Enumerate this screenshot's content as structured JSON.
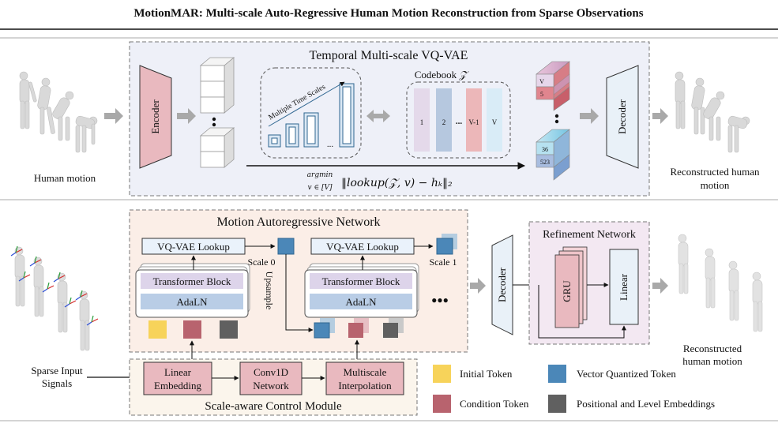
{
  "title": "MotionMAR: Multi-scale Auto-Regressive Human Motion Reconstruction from Sparse Observations",
  "vqvae": {
    "title": "Temporal Multi-scale VQ-VAE",
    "encoder": "Encoder",
    "decoder": "Decoder",
    "multi_time_scales": "Multiple Time Scales",
    "ellipsis": "...",
    "codebook_title": "Codebook ",
    "codebook_symbol": "𝒵",
    "codebook_entries": [
      "1",
      "2",
      "...",
      "V-1",
      "V"
    ],
    "token_top": [
      "V",
      "5"
    ],
    "token_bottom": [
      "36",
      "523"
    ],
    "formula_op": "argmin",
    "formula_sub": "v ∈ [V]",
    "formula_body": "‖lookup(𝒵, v) − hₖ‖₂",
    "input_label": "Human motion",
    "output_label_line1": "Reconstructed human",
    "output_label_line2": "motion"
  },
  "mar": {
    "title": "Motion Autoregressive Network",
    "lookup": "VQ-VAE Lookup",
    "transformer": "Transformer Block",
    "adaln": "AdaLN",
    "scale0": "Scale 0",
    "scale1": "Scale 1",
    "upsample": "Upsample",
    "ellipsis": "●●●",
    "decoder": "Decoder"
  },
  "refine": {
    "title": "Refinement Network",
    "gru": "GRU",
    "linear": "Linear",
    "output_label_line1": "Reconstructed",
    "output_label_line2": "human motion"
  },
  "control": {
    "title": "Scale-aware Control Module",
    "linear_emb_line1": "Linear",
    "linear_emb_line2": "Embedding",
    "conv_line1": "Conv1D",
    "conv_line2": "Network",
    "interp_line1": "Multiscale",
    "interp_line2": "Interpolation",
    "input_line1": "Sparse Input",
    "input_line2": "Signals"
  },
  "legend": [
    {
      "label": "Initial Token",
      "color": "#f7d35a"
    },
    {
      "label": "Vector Quantized Token",
      "color": "#4b87b8"
    },
    {
      "label": "Condition Token",
      "color": "#b8636e"
    },
    {
      "label": "Positional and Level Embeddings",
      "color": "#606060"
    }
  ],
  "colors": {
    "encoder": "#e9b9bf",
    "decoder": "#e9f1f8",
    "vq_panel": "#eef0f8",
    "mar_panel": "#fbeee7",
    "refine_panel": "#f3e8f2",
    "control_panel": "#fbf5ec",
    "transformer": "#ddd4ea",
    "adaln": "#b9cde6",
    "control_box": "#e9b9bf",
    "gru": "#e9b9bf",
    "linear": "#e9f1f8",
    "arrow_gray": "#a9a9a9"
  }
}
